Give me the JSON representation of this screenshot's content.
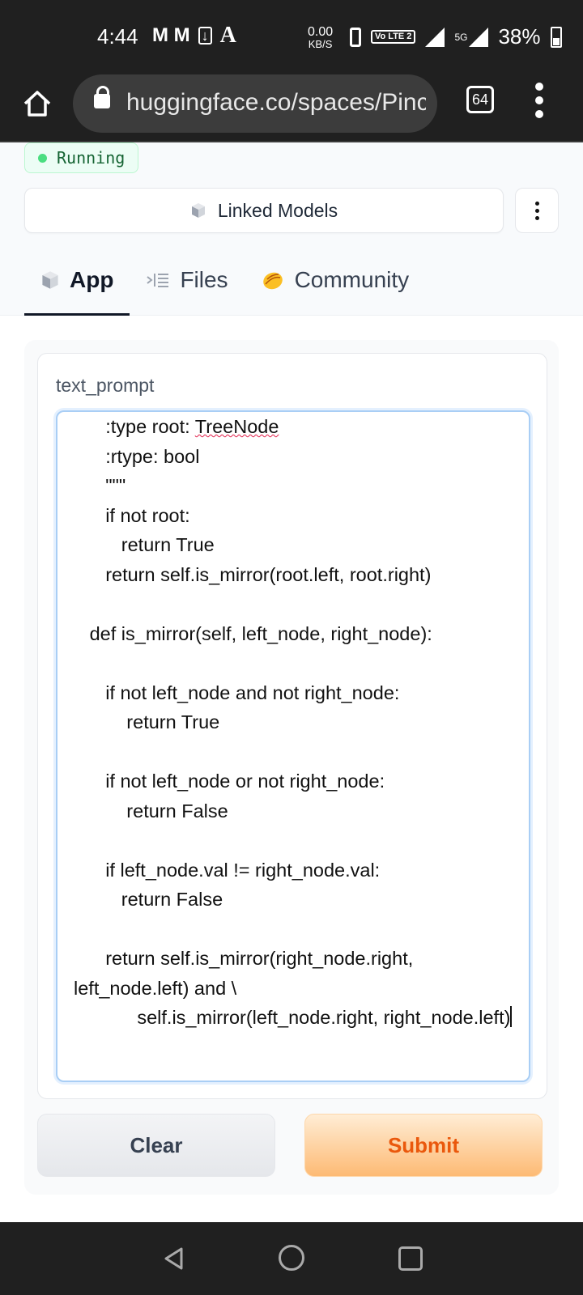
{
  "status_bar": {
    "time": "4:44",
    "notif_letters": "M M",
    "letter_a": "A",
    "speed_value": "0.00",
    "speed_unit": "KB/S",
    "volte_label": "Vo LTE 2",
    "network": "5G",
    "battery": "38%"
  },
  "browser": {
    "url": "huggingface.co/spaces/Pinc",
    "tab_count": "64"
  },
  "space": {
    "status": "Running",
    "linked_models": "Linked Models",
    "tabs": [
      {
        "label": "App"
      },
      {
        "label": "Files"
      },
      {
        "label": "Community"
      }
    ]
  },
  "form": {
    "label": "text_prompt",
    "code_lines": [
      "      :type root: TreeNode",
      "      :rtype: bool",
      "      \"\"\"",
      "      if not root:",
      "         return True",
      "      return self.is_mirror(root.left, root.right)",
      "",
      "   def is_mirror(self, left_node, right_node):",
      "",
      "      if not left_node and not right_node:",
      "          return True",
      "",
      "      if not left_node or not right_node:",
      "          return False",
      "",
      "      if left_node.val != right_node.val:",
      "         return False",
      "",
      "      return self.is_mirror(right_node.right, left_node.left) and \\",
      "            self.is_mirror(left_node.right, right_node.left)"
    ],
    "clear_label": "Clear",
    "submit_label": "Submit"
  },
  "colors": {
    "accent_orange": "#ea580c",
    "running_green": "#4ade80"
  }
}
